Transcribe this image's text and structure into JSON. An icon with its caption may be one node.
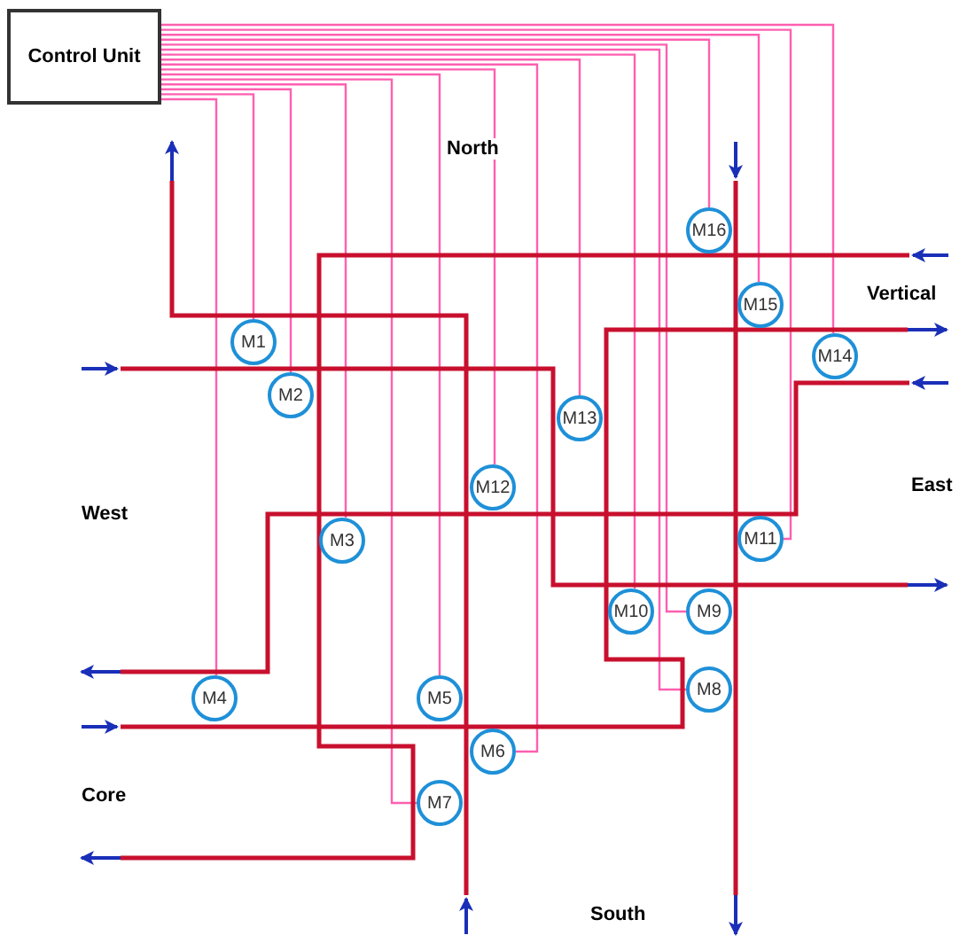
{
  "diagram": {
    "nodes": [
      {
        "text": [
          "Control Unit"
        ]
      },
      {
        "text": [
          "M1"
        ]
      },
      {
        "text": [
          "M2"
        ]
      },
      {
        "text": [
          "M3"
        ]
      },
      {
        "text": [
          "M4"
        ]
      },
      {
        "text": [
          "M5"
        ]
      },
      {
        "text": [
          "M6"
        ]
      },
      {
        "text": [
          "M7"
        ]
      },
      {
        "text": [
          "M8"
        ]
      },
      {
        "text": [
          "M9"
        ]
      },
      {
        "text": [
          "M10"
        ]
      },
      {
        "text": [
          "M11"
        ]
      },
      {
        "text": [
          "M12"
        ]
      },
      {
        "text": [
          "M13"
        ]
      },
      {
        "text": [
          "M14"
        ]
      },
      {
        "text": [
          "M15"
        ]
      },
      {
        "text": [
          "M16"
        ]
      }
    ],
    "edges": [
      {
        "from": 0,
        "to": 1,
        "arrow": "none"
      },
      {
        "from": 0,
        "to": 2,
        "arrow": "none"
      },
      {
        "from": 0,
        "to": 3,
        "arrow": "none"
      },
      {
        "from": 0,
        "to": 4,
        "arrow": "none"
      },
      {
        "from": 0,
        "to": 5,
        "arrow": "none"
      },
      {
        "from": 0,
        "to": 6,
        "arrow": "none"
      },
      {
        "from": 0,
        "to": 7,
        "arrow": "none"
      },
      {
        "from": 0,
        "to": 8,
        "arrow": "none"
      },
      {
        "from": 0,
        "to": 9,
        "arrow": "none"
      },
      {
        "from": 0,
        "to": 10,
        "arrow": "none"
      },
      {
        "from": 0,
        "to": 11,
        "arrow": "none"
      },
      {
        "from": 0,
        "to": 12,
        "arrow": "none"
      },
      {
        "from": 0,
        "to": 13,
        "arrow": "none"
      },
      {
        "from": 0,
        "to": 14,
        "arrow": "none"
      },
      {
        "from": 0,
        "to": 15,
        "arrow": "none"
      },
      {
        "from": 0,
        "to": 16,
        "arrow": "none"
      }
    ],
    "labels": [
      "North",
      "Vertical",
      "East",
      "West",
      "Core",
      "South"
    ]
  }
}
